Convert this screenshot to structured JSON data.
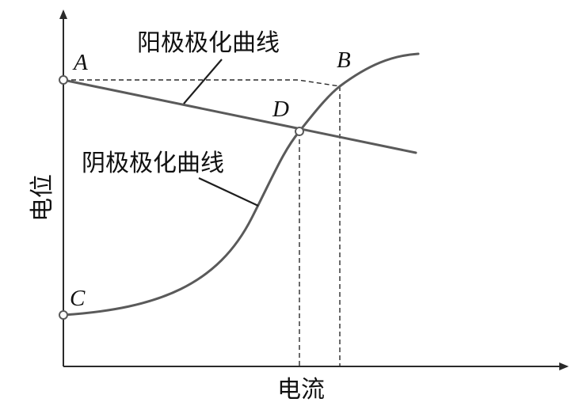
{
  "diagram": {
    "anode_curve_label": "阳极极化曲线",
    "cathode_curve_label": "阴极极化曲线",
    "y_axis_label": "电位",
    "x_axis_label": "电流",
    "points": {
      "A": "A",
      "B": "B",
      "C": "C",
      "D": "D"
    }
  }
}
